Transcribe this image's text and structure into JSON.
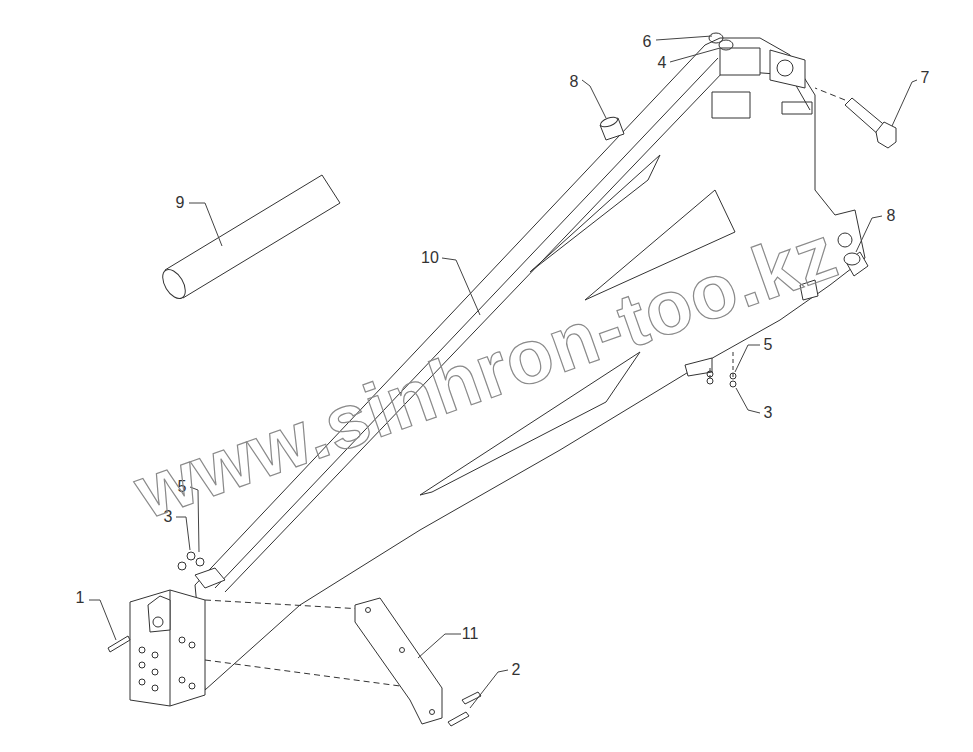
{
  "diagram": {
    "labels": [
      "6",
      "4",
      "8",
      "7",
      "9",
      "10",
      "8",
      "5",
      "3",
      "5",
      "3",
      "1",
      "11",
      "2",
      "www.sinhron-too.kz"
    ]
  }
}
